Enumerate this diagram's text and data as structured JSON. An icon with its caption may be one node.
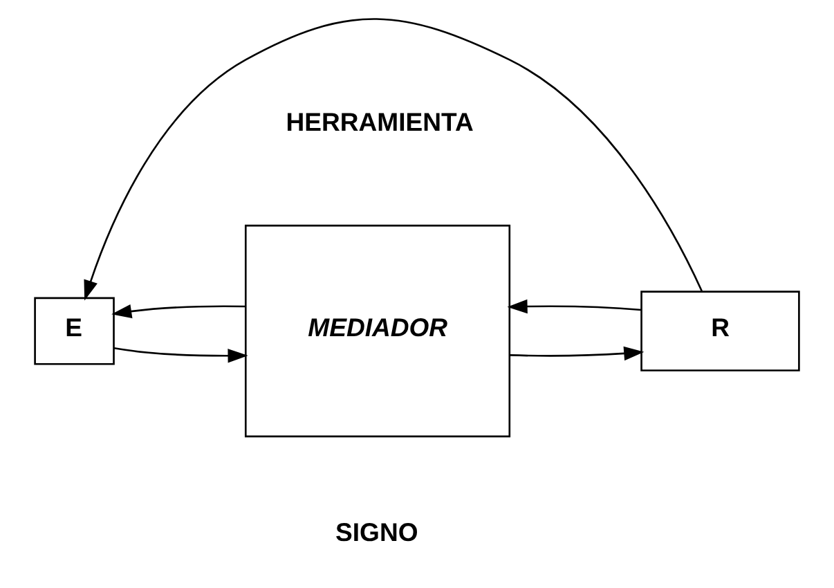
{
  "diagram": {
    "nodes": [
      {
        "text": [
          "E"
        ]
      },
      {
        "text": [
          "MEDIADOR"
        ]
      },
      {
        "text": [
          "R"
        ]
      }
    ],
    "edges": [
      {
        "from": 2,
        "to": 0,
        "arrow": "to"
      },
      {
        "from": 0,
        "to": 1,
        "arrow": "to"
      },
      {
        "from": 1,
        "to": 2,
        "arrow": "to"
      },
      {
        "from": 2,
        "to": 1,
        "arrow": "to"
      },
      {
        "from": 1,
        "to": 0,
        "arrow": "to"
      }
    ],
    "labels": [
      "HERRAMIENTA",
      "SIGNO"
    ]
  }
}
